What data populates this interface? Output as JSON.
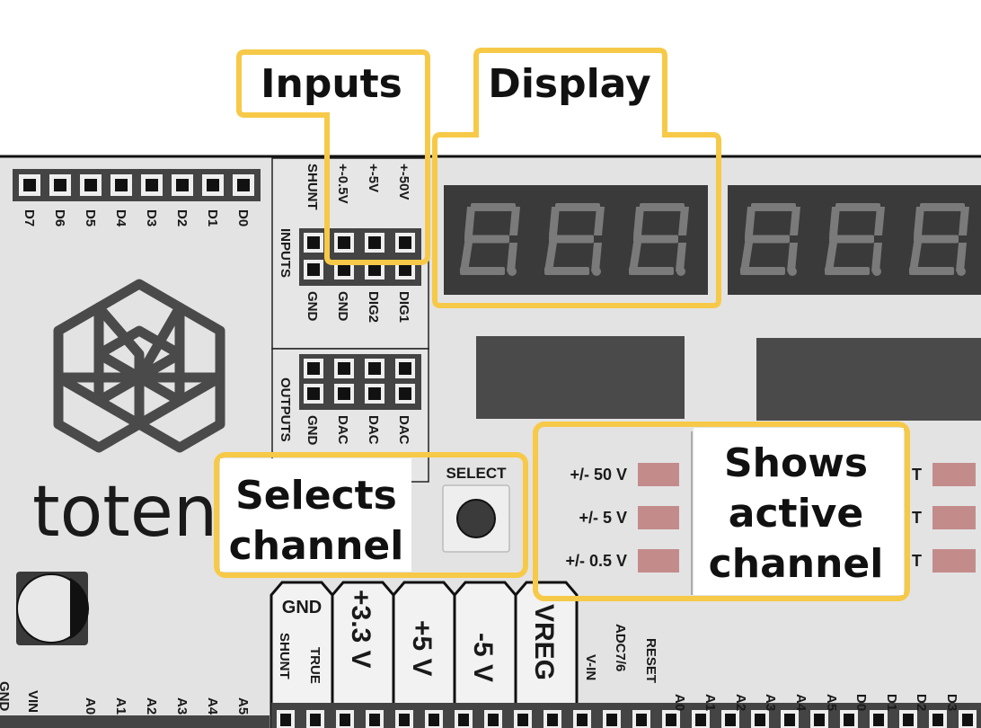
{
  "callouts": {
    "inputs": "Inputs",
    "display": "Display",
    "selects_line1": "Selects",
    "selects_line2": "channel",
    "shows_line1": "Shows",
    "shows_line2": "active",
    "shows_line3": "channel"
  },
  "header_top": {
    "digital_pins": [
      "D7",
      "D6",
      "D5",
      "D4",
      "D3",
      "D2",
      "D1",
      "D0"
    ]
  },
  "inputs_block": {
    "top_labels": [
      "SHUNT",
      "+-0.5V",
      "+-5V",
      "+-50V"
    ],
    "bottom_labels": [
      "GND",
      "GND",
      "DIG2",
      "DIG1"
    ],
    "side_label": "INPUTS"
  },
  "outputs_block": {
    "side_label": "OUTPUTS",
    "bottom_labels": [
      "GND",
      "DAC",
      "DAC",
      "DAC"
    ]
  },
  "brand": {
    "wordmark": "toten"
  },
  "select_button": {
    "label": "SELECT"
  },
  "range_indicators": {
    "items": [
      "+/- 50 V",
      "+/- 5 V",
      "+/- 0.5 V"
    ],
    "right_partial": [
      "T",
      "T",
      "T"
    ],
    "led_color": "#c48b8b"
  },
  "power_terminals": {
    "gnd": "GND",
    "shunt": "SHUNT",
    "true": "TRUE",
    "v33": "+3.3 V",
    "v5": "+5 V",
    "vm5": "-5 V",
    "vreg": "VREG"
  },
  "bottom_header": {
    "right_pins": [
      "V-IN",
      "ADC7/6",
      "RESET",
      "A0",
      "A1",
      "A2",
      "A3",
      "A4",
      "A5",
      "D0",
      "D1",
      "D2",
      "D3"
    ],
    "left_pins": [
      "GND",
      "VIN",
      "A0",
      "A1",
      "A2",
      "A3",
      "A4",
      "A5"
    ]
  },
  "colors": {
    "board": "#e3e3e3",
    "callout_border": "#f7c948",
    "display_bg": "#3a3a3a",
    "segment": "#777777"
  }
}
